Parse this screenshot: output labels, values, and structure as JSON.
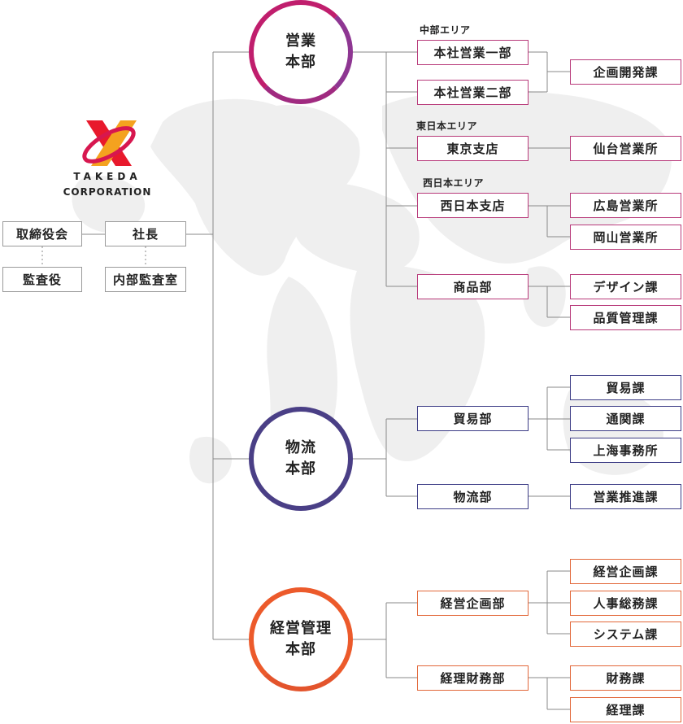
{
  "logo": {
    "line1": "TAKEDA",
    "line2": "CORPORATION",
    "colors": {
      "red": "#d7174f",
      "orange": "#f2a51f"
    }
  },
  "top": {
    "board": "取締役会",
    "president": "社長",
    "auditor": "監査役",
    "internal_audit": "内部監査室"
  },
  "sales": {
    "label": "営業\n本部",
    "area_chubu": "中部エリア",
    "area_east": "東日本エリア",
    "area_west": "西日本エリア",
    "hq1": "本社営業一部",
    "hq2": "本社営業二部",
    "planning": "企画開発課",
    "tokyo": "東京支店",
    "sendai": "仙台営業所",
    "nishi": "西日本支店",
    "hiroshima": "広島営業所",
    "okayama": "岡山営業所",
    "products": "商品部",
    "design": "デザイン課",
    "qc": "品質管理課"
  },
  "logistics": {
    "label": "物流\n本部",
    "trade_dept": "貿易部",
    "trade_sec": "貿易課",
    "customs": "通関課",
    "shanghai": "上海事務所",
    "dist_dept": "物流部",
    "promo": "営業推進課"
  },
  "admin": {
    "label": "経営管理\n本部",
    "planning_dept": "経営企画部",
    "planning_sec": "経営企画課",
    "hr": "人事総務課",
    "system": "システム課",
    "finance_dept": "経理財務部",
    "finance_sec": "財務課",
    "accounting": "経理課"
  },
  "colors": {
    "sales": "#c01e6d",
    "logistics": "#4a3f86",
    "admin": "#ec5a2b",
    "line": "#8a8a8a",
    "map": "#f0f0f0"
  }
}
